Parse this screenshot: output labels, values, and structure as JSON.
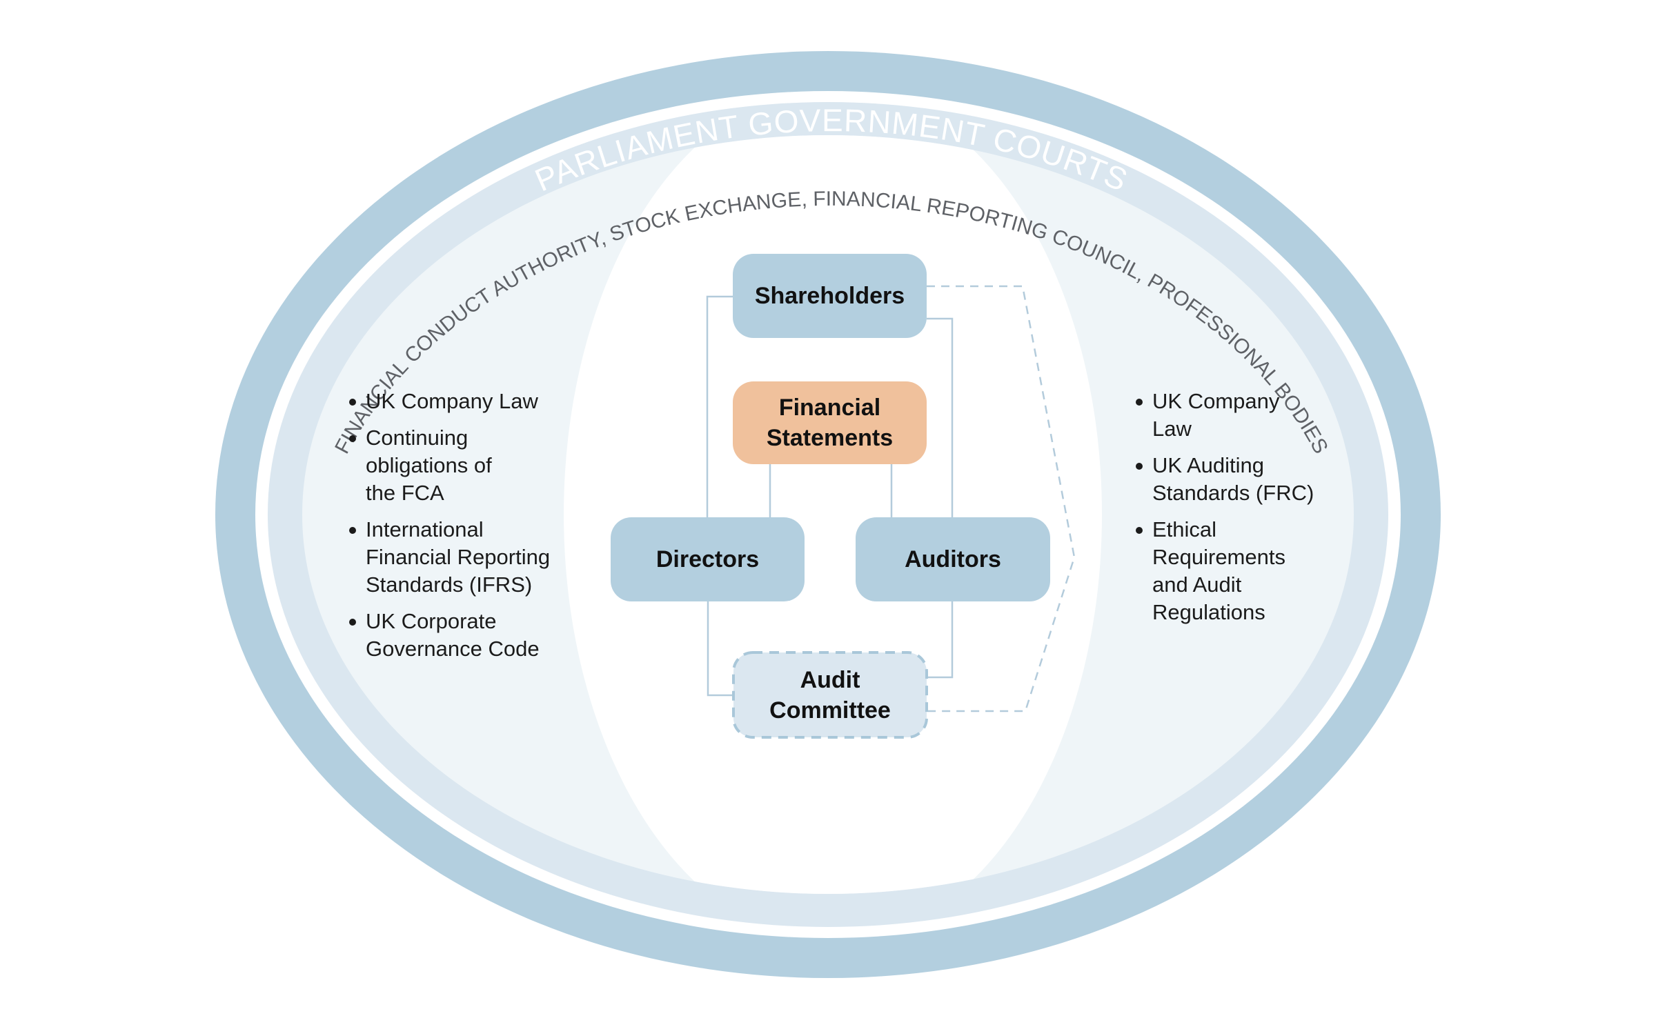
{
  "outer_ring_label": "PARLIAMENT GOVERNMENT COURTS",
  "inner_ring_label": "FINANCIAL CONDUCT AUTHORITY, STOCK EXCHANGE, FINANCIAL REPORTING COUNCIL, PROFESSIONAL BODIES",
  "nodes": {
    "shareholders": "Shareholders",
    "financial_statements_line1": "Financial",
    "financial_statements_line2": "Statements",
    "directors": "Directors",
    "auditors": "Auditors",
    "audit_committee_line1": "Audit",
    "audit_committee_line2": "Committee"
  },
  "left_list": [
    "UK Company Law",
    "Continuing\nobligations of\nthe FCA",
    "International\nFinancial Reporting\nStandards (IFRS)",
    "UK Corporate\nGovernance Code"
  ],
  "right_list": [
    "UK Company\nLaw",
    "UK Auditing\nStandards (FRC)",
    "Ethical\nRequirements\nand Audit\nRegulations"
  ],
  "colors": {
    "outer_ring": "#b3cfdf",
    "inner_ring": "#dbe7f0",
    "inner_fill": "#eff5f8",
    "node_blue": "#b3cfdf",
    "node_orange": "#f0c19c",
    "audit_committee_fill": "#dbe7f0",
    "inner_label_text": "#5e6166",
    "outer_label_text": "#ffffff"
  }
}
